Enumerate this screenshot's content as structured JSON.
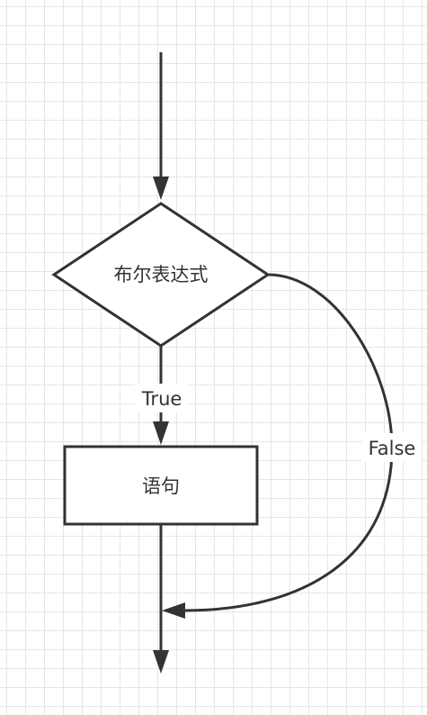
{
  "diagram": {
    "decision": {
      "text": "布尔表达式"
    },
    "statement": {
      "text": "语句"
    },
    "edges": {
      "true_label": "True",
      "false_label": "False"
    },
    "colors": {
      "stroke": "#333333",
      "grid": "#e6e6e6",
      "background": "#ffffff"
    }
  }
}
